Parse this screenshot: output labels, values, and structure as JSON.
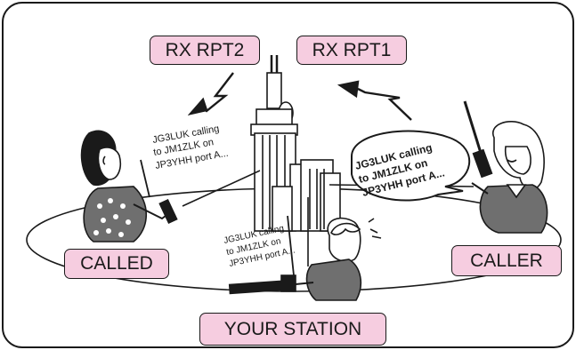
{
  "labels": {
    "rx_rpt2": "RX RPT2",
    "rx_rpt1": "RX RPT1",
    "called": "CALLED",
    "caller": "CALLER",
    "your_station": "YOUR STATION"
  },
  "speech": {
    "caller": [
      "JG3LUK calling",
      "to JM1ZLK on",
      "JP3YHH port A..."
    ],
    "called": [
      "JG3LUK calling",
      "to JM1ZLK on",
      "JP3YHH port A..."
    ],
    "your_station": [
      "JG3LUK calling",
      "to JM1ZLK on",
      "JP3YHH port A..."
    ]
  },
  "colors": {
    "label_fill": "#f6cde0",
    "outline": "#1a1a1a",
    "shirt_gray": "#6f6f6f"
  }
}
